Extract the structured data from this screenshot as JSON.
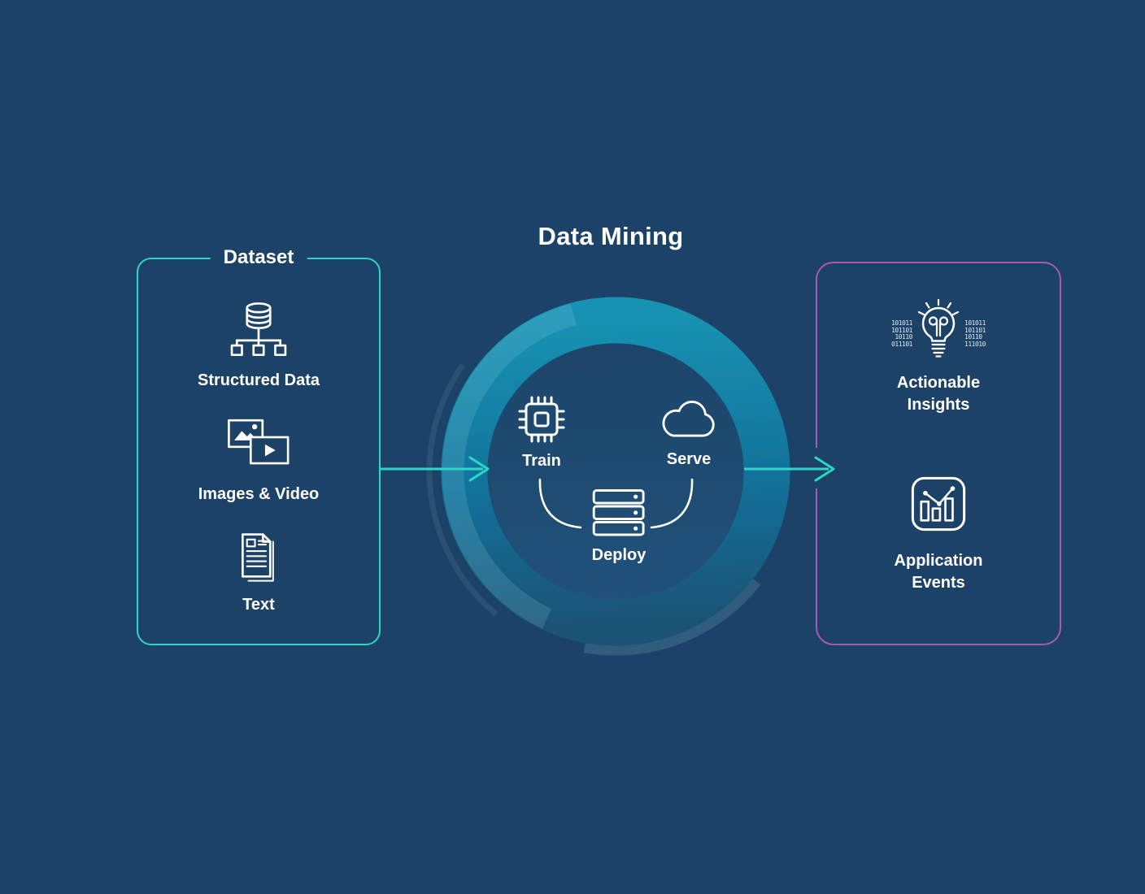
{
  "title": "Data Mining",
  "colors": {
    "background": "#1d4267",
    "dataset_border": "#2dd5c4",
    "outputs_border": "#a55cb0",
    "arrow": "#2bd8c7",
    "ring_top": "#1792b2",
    "ring_mid": "#12719a",
    "ring_bottom": "#1b5375",
    "inner_top": "#1d4569",
    "inner_bottom": "#20517a",
    "icon_stroke": "#ffffff"
  },
  "dataset_panel": {
    "label": "Dataset",
    "items": [
      {
        "label": "Structured Data",
        "icon": "database-tree-icon"
      },
      {
        "label": "Images & Video",
        "icon": "images-video-icon"
      },
      {
        "label": "Text",
        "icon": "text-document-icon"
      }
    ]
  },
  "cycle": {
    "steps": [
      {
        "label": "Train",
        "icon": "chip-icon"
      },
      {
        "label": "Serve",
        "icon": "cloud-icon"
      },
      {
        "label": "Deploy",
        "icon": "server-stack-icon"
      }
    ]
  },
  "outputs_panel": {
    "items": [
      {
        "line1": "Actionable",
        "line2": "Insights",
        "icon": "lightbulb-binary-icon"
      },
      {
        "line1": "Application",
        "line2": "Events",
        "icon": "chart-events-icon"
      }
    ]
  },
  "insights_binary": {
    "left": [
      "101011",
      "101101",
      "10110",
      "011101"
    ],
    "right": [
      "101011",
      "101101",
      "10110",
      "111010"
    ]
  }
}
